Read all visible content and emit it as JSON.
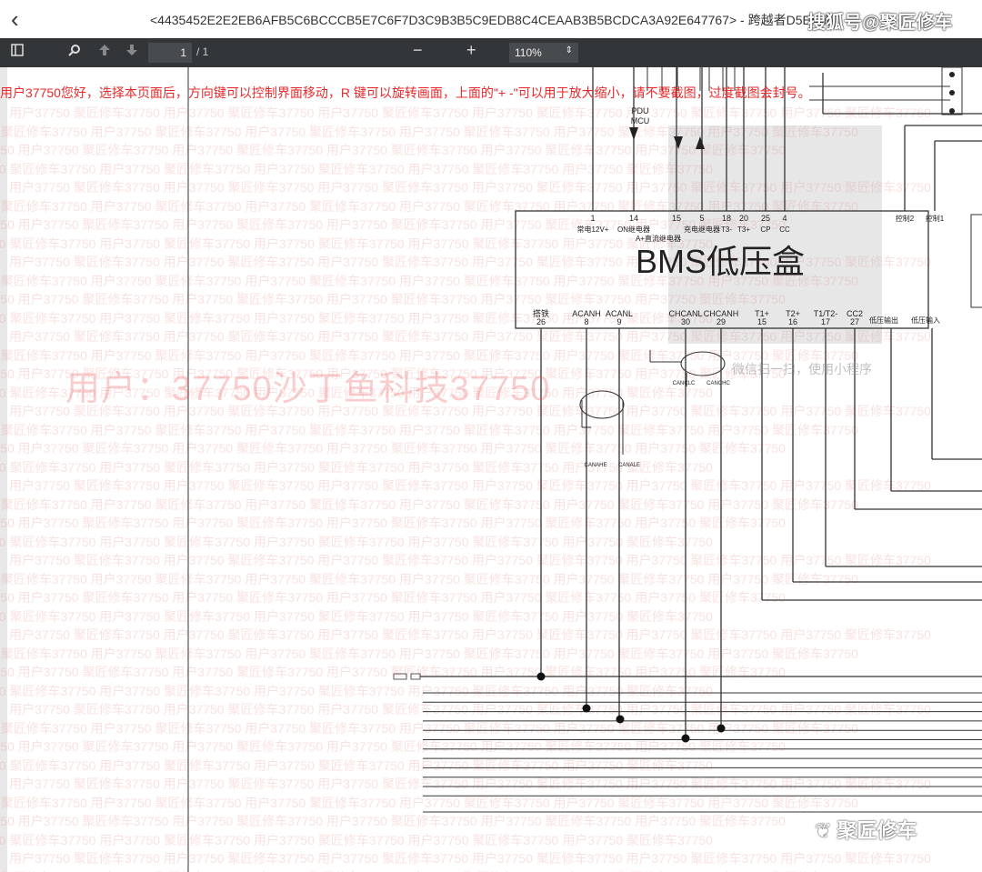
{
  "header": {
    "back_icon": "chevron-left",
    "title": "<4435452E2E2EB6AFB5C6BCCCB5E7C6F7D3C9B3B5C9EDB8C4CEAAB3B5BCDCA3A92E647767> - 跨越者D5EV随",
    "overlay_brand": "搜狐号@聚匠修车"
  },
  "toolbar": {
    "sidebar_icon": "sidebar-toggle",
    "search_icon": "search",
    "prev_icon": "arrow-up",
    "next_icon": "arrow-down",
    "page": "1",
    "page_total": "/ 1",
    "zoom_out": "−",
    "zoom_in": "+",
    "zoom_level": "110%",
    "zoom_caret": "⇕"
  },
  "document": {
    "notice": "用户37750您好，选择本页面后，方向键可以控制界面移动，R 键可以旋转画面，上面的\"+ -\"可以用于放大缩小，请不要截图，过度截图会封号。",
    "big_watermark": "用户：37750沙丁鱼科技37750",
    "tile_watermark": "用户37750 聚匠修车37750 ",
    "qr_caption": "微信扫一扫，使用小程序",
    "diagram": {
      "box_title": "BMS低压盒",
      "mcu_label": "PDU MCU",
      "top_pins": [
        {
          "num": "1",
          "name": "常电12V+"
        },
        {
          "num": "14",
          "name": "ON继电器"
        },
        {
          "num": "15",
          "name": "A+直流继电器"
        },
        {
          "num": "5",
          "name": "充电继电器"
        },
        {
          "num": "18",
          "name": "T3-"
        },
        {
          "num": "20",
          "name": "T3+"
        },
        {
          "num": "25",
          "name": "CP"
        },
        {
          "num": "4",
          "name": "CC"
        }
      ],
      "top_right_pins": [
        "控制2",
        "控制1"
      ],
      "bottom_pins": [
        {
          "num": "26",
          "name": "搭铁"
        },
        {
          "num": "8",
          "name": "ACANH"
        },
        {
          "num": "9",
          "name": "ACANL"
        },
        {
          "num": "30",
          "name": "CHCANL"
        },
        {
          "num": "29",
          "name": "CHCANH"
        },
        {
          "num": "15",
          "name": "T1+"
        },
        {
          "num": "16",
          "name": "T2+"
        },
        {
          "num": "17",
          "name": "T1/T2-"
        },
        {
          "num": "27",
          "name": "CC2"
        }
      ],
      "bottom_right_pins": [
        "低压输出",
        "低压输入"
      ],
      "can_labels": [
        "CANAHE",
        "CANALE",
        "CANCLC",
        "CANCHC"
      ]
    },
    "logo": "聚匠修车"
  }
}
